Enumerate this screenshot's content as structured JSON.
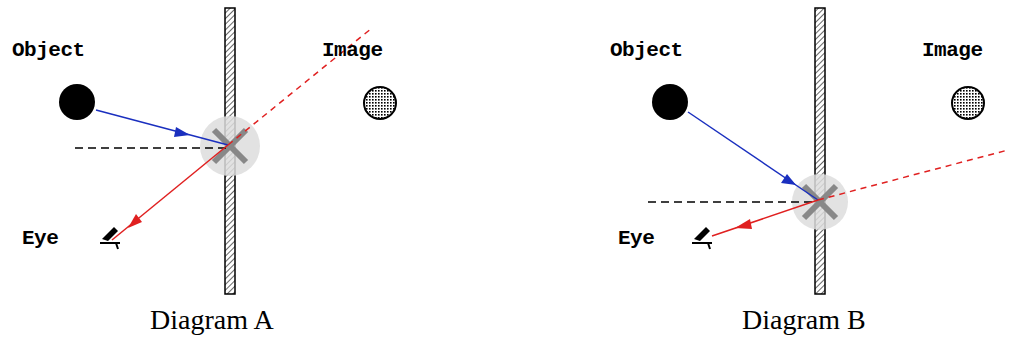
{
  "diagram": {
    "labels": [
      "Object",
      "Image",
      "Eye",
      "Diagram A",
      "Object",
      "Image",
      "Eye",
      "Diagram B"
    ]
  }
}
